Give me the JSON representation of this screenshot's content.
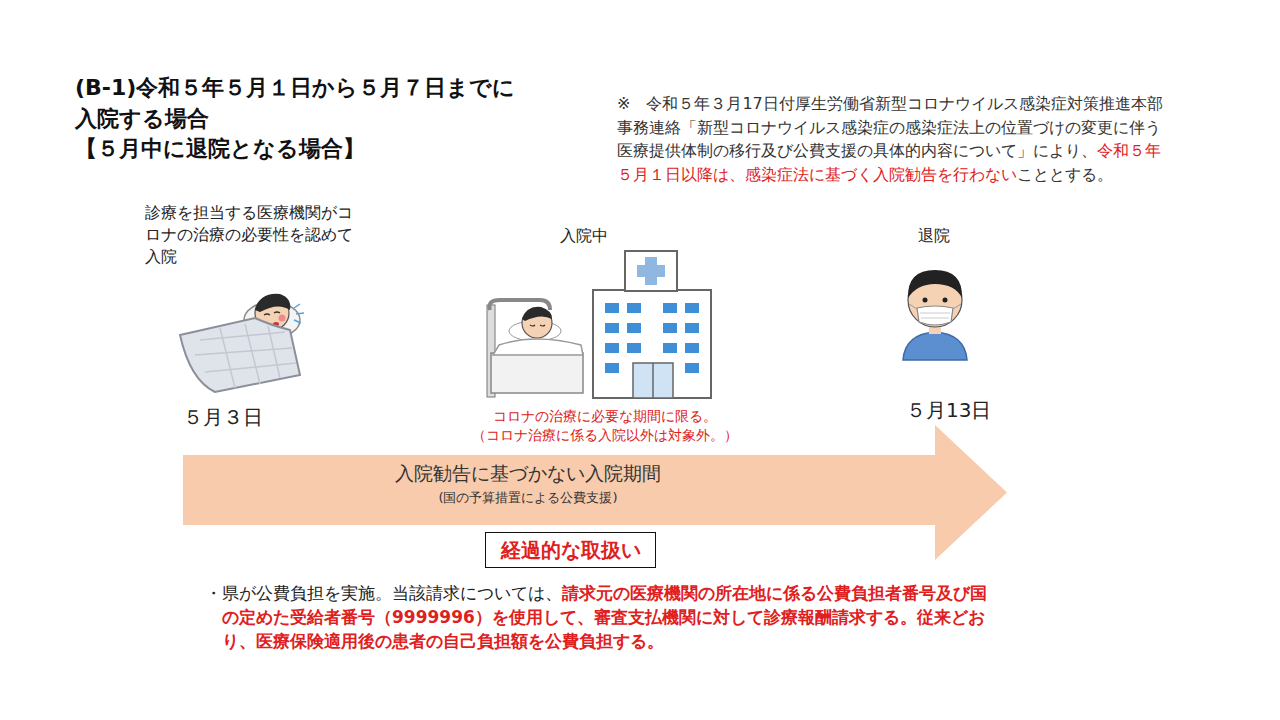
{
  "diagram": {
    "title": "(B-1)令和５年５月１日から５月７日までに入院する場合",
    "nodes": [
      {
        "text": [
          "入院勧告に基づかない入院期間",
          "(国の予算措置による公費支援)"
        ]
      },
      {
        "text": [
          "経過的な取扱い"
        ]
      }
    ],
    "labels": [
      "【５月中に退院となる場合】",
      "※　令和５年３月17日付厚生労働省新型コロナウイルス感染症対策推進本部事務連絡「新型コロナウイルス感染症の感染症法上の位置づけの変更に伴う医療提供体制の移行及び公費支援の具体的内容について」により、",
      "令和５年５月１日以降は、感染症法に基づく入院勧告を行わない",
      "こととする。",
      "診療を担当する医療機関がコロナの治療の必要性を認めて入院",
      "入院中",
      "退院",
      "５月３日",
      "５月13日",
      "コロナの治療に必要な期間に限る。",
      "（コロナ治療に係る入院以外は対象外。）",
      "・県が公費負担を実施。当該請求については、",
      "請求元の医療機関の所在地に係る公費負担者番号及び国の定めた受給者番号（9999996）を使用して、審査支払機関に対して診療報酬請求する。従来どおり、医療保険適用後の患者の自己負担額を公費負担する。"
    ]
  }
}
